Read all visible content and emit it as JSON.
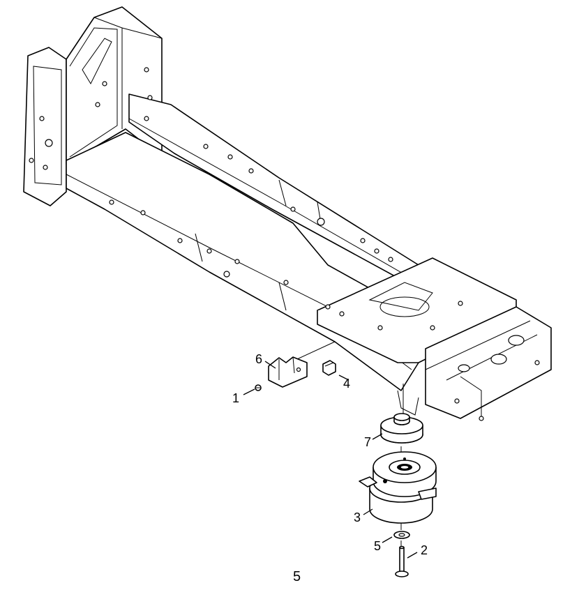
{
  "diagram": {
    "callouts": {
      "c1": "1",
      "c2": "2",
      "c3": "3",
      "c4": "4",
      "c5": "5",
      "c6": "6",
      "c7": "7"
    },
    "page_number": "5"
  }
}
